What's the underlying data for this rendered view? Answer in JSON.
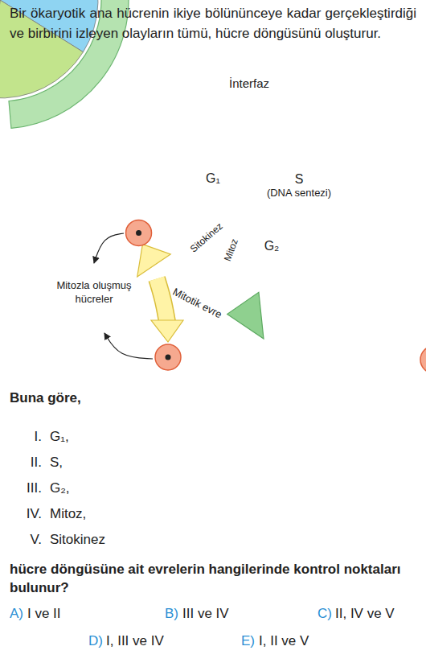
{
  "diagram": {
    "nodes": [
      {
        "text": [
          "İnterfaz"
        ]
      },
      {
        "text": [
          "G₁"
        ],
        "in": 0
      },
      {
        "text": [
          "S",
          "(DNA sentezi)"
        ],
        "in": 0
      },
      {
        "text": [
          "G₂"
        ],
        "in": 0
      },
      {
        "text": [
          "Mitoz"
        ],
        "in": 0
      },
      {
        "text": [
          "Sitokinez"
        ],
        "in": 0
      },
      {
        "text": [
          "Mitotik evre"
        ]
      }
    ],
    "labels": [
      "Bir ökaryotik ana hücrenin ikiye bölününceye kadar gerçekleştirdiği ve birbirini izleyen olayların tümü, hücre döngüsünü oluşturur.",
      "Mitozla oluşmuş hücreler",
      "Buna göre,",
      "I.",
      "G₁,",
      "II.",
      "S,",
      "III.",
      "G₂,",
      "IV.",
      "Mitoz,",
      "V.",
      "Sitokinez",
      "hücre döngüsüne ait evrelerin hangilerinde kontrol noktaları bulunur?",
      "A)",
      "I ve II",
      "B)",
      "III ve IV",
      "C)",
      "II, IV ve V",
      "D)",
      "I, III ve IV",
      "E)",
      "I, II ve V"
    ]
  }
}
